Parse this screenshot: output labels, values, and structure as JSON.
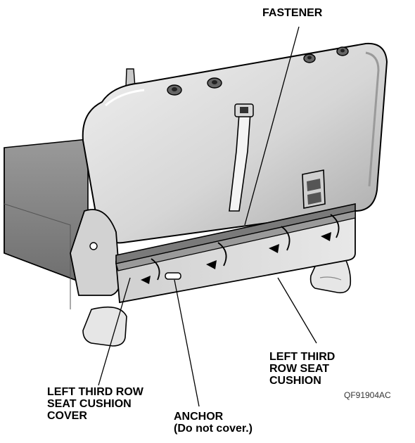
{
  "labels": {
    "fastener": "FASTENER",
    "seat_cushion": [
      "LEFT THIRD",
      "ROW SEAT",
      "CUSHION"
    ],
    "cushion_cover": [
      "LEFT THIRD ROW",
      "SEAT CUSHION",
      "COVER"
    ],
    "anchor": [
      "ANCHOR",
      "(Do not cover.)"
    ]
  },
  "figure_code": "QF91904AC",
  "colors": {
    "seat_light": "#e2e2e2",
    "seat_mid": "#bdbdbd",
    "seat_dark": "#8e8e8e",
    "outline": "#000000"
  }
}
